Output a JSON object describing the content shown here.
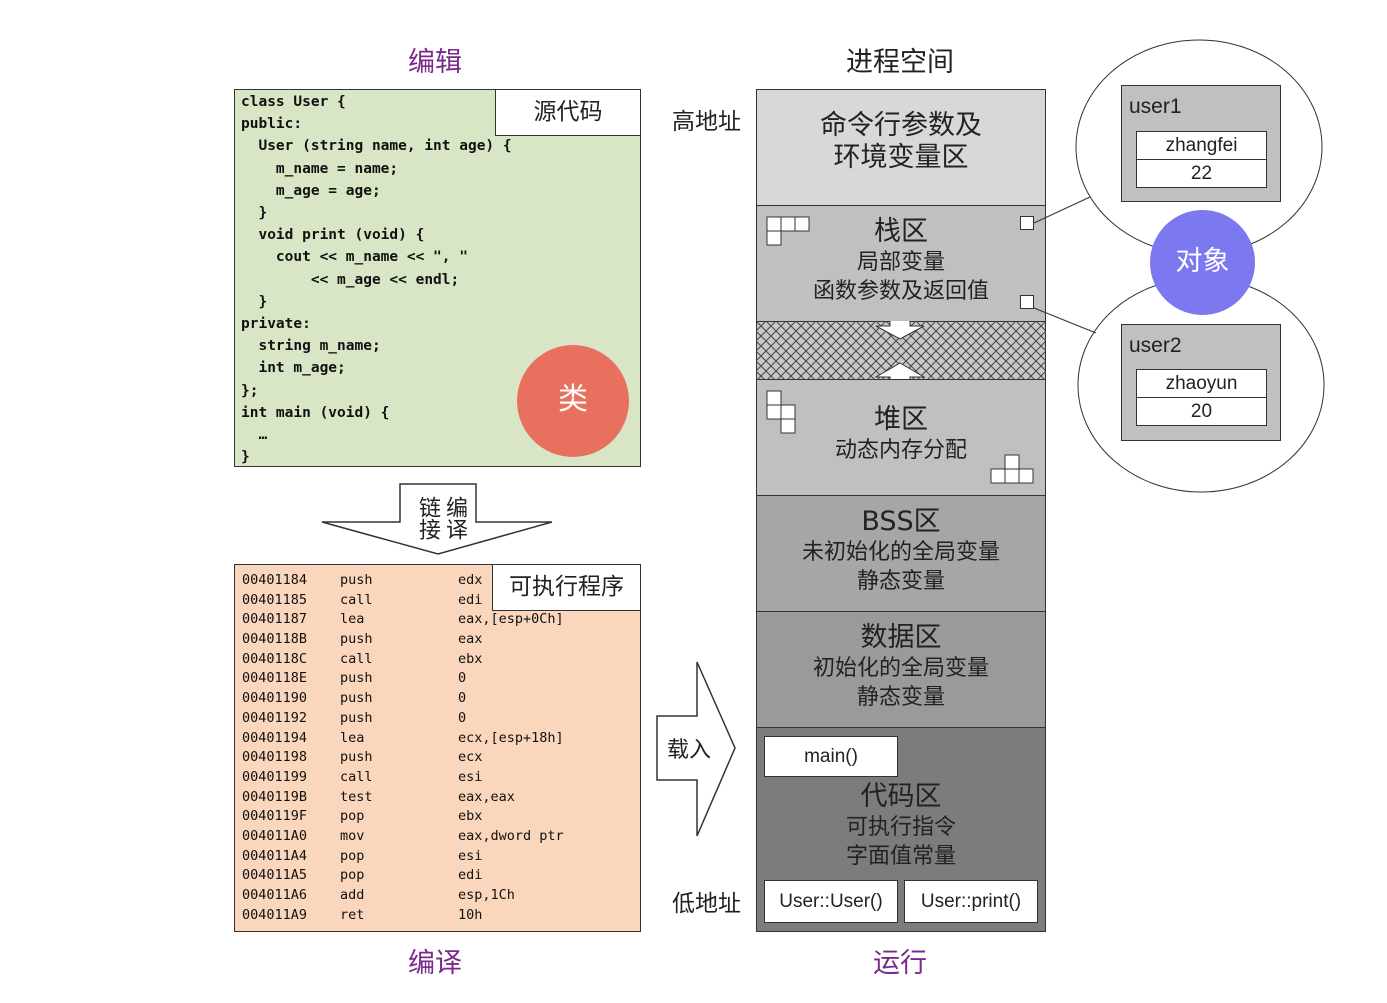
{
  "titles": {
    "edit": "编辑",
    "compile": "编译",
    "process_space": "进程空间",
    "run": "运行"
  },
  "source": {
    "label": "源代码",
    "lines": [
      "class User {",
      "public:",
      "  User (string name, int age) {",
      "    m_name = name;",
      "    m_age = age;",
      "  }",
      "  void print (void) {",
      "    cout << m_name << \", \"",
      "        << m_age << endl;",
      "  }",
      "private:",
      "  string m_name;",
      "  int m_age;",
      "};",
      "int main (void) {",
      "  …",
      "}"
    ],
    "class_badge": "类"
  },
  "compile_link_arrow": {
    "line1": "编译",
    "line2": "链接"
  },
  "executable": {
    "label": "可执行程序",
    "rows": [
      [
        "00401184",
        "push",
        "edx"
      ],
      [
        "00401185",
        "call",
        "edi"
      ],
      [
        "00401187",
        "lea",
        "eax,[esp+0Ch]"
      ],
      [
        "0040118B",
        "push",
        "eax"
      ],
      [
        "0040118C",
        "call",
        "ebx"
      ],
      [
        "0040118E",
        "push",
        "0"
      ],
      [
        "00401190",
        "push",
        "0"
      ],
      [
        "00401192",
        "push",
        "0"
      ],
      [
        "00401194",
        "lea",
        "ecx,[esp+18h]"
      ],
      [
        "00401198",
        "push",
        "ecx"
      ],
      [
        "00401199",
        "call",
        "esi"
      ],
      [
        "0040119B",
        "test",
        "eax,eax"
      ],
      [
        "0040119F",
        "pop",
        "ebx"
      ],
      [
        "004011A0",
        "mov",
        "eax,dword ptr"
      ],
      [
        "004011A4",
        "pop",
        "esi"
      ],
      [
        "004011A5",
        "pop",
        "edi"
      ],
      [
        "004011A6",
        "add",
        "esp,1Ch"
      ],
      [
        "004011A9",
        "ret",
        "10h"
      ]
    ]
  },
  "load_arrow": "载入",
  "address": {
    "high": "高地址",
    "low": "低地址"
  },
  "segments": {
    "env": {
      "title": "命令行参数及",
      "sub": "环境变量区"
    },
    "stack": {
      "title": "栈区",
      "sub1": "局部变量",
      "sub2": "函数参数及返回值"
    },
    "heap": {
      "title": "堆区",
      "sub1": "动态内存分配"
    },
    "bss": {
      "title": "BSS区",
      "sub1": "未初始化的全局变量",
      "sub2": "静态变量"
    },
    "data": {
      "title": "数据区",
      "sub1": "初始化的全局变量",
      "sub2": "静态变量"
    },
    "code": {
      "title": "代码区",
      "sub1": "可执行指令",
      "sub2": "字面值常量",
      "func_main": "main()",
      "func_ctor": "User::User()",
      "func_print": "User::print()"
    }
  },
  "objects": {
    "badge": "对象",
    "user1": {
      "name": "user1",
      "field1": "zhangfei",
      "field2": "22"
    },
    "user2": {
      "name": "user2",
      "field1": "zhaoyun",
      "field2": "20"
    }
  },
  "colors": {
    "title_purple": "#7a2a8a",
    "source_bg": "#d9e6c6",
    "exec_bg": "#fad6bd",
    "class_badge": "#e8705e",
    "object_badge": "#7b78f0",
    "seg_env": "#d8d8d8",
    "seg_stack": "#c0c0c0",
    "seg_bss": "#a6a6a6",
    "seg_data": "#9a9a9a",
    "seg_code": "#7c7c7c"
  }
}
